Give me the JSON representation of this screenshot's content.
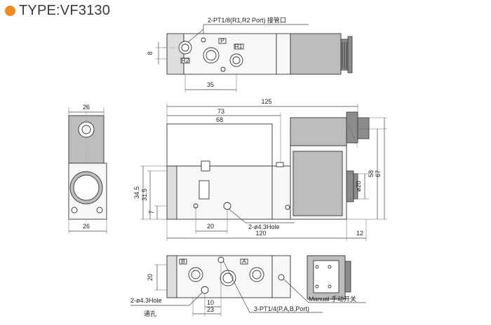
{
  "title": "TYPE:VF3130",
  "colors": {
    "accent_dot": "#f08a24",
    "coil": "#bdbdbd",
    "end_cap": "#dedede"
  },
  "top_view": {
    "port_callout": "2-PT1/8(R1,R2 Port) 接管口",
    "dim_width": "35",
    "dim_height": "8",
    "port_label_p": "P",
    "port_label_r1": "R1",
    "port_label_r2": "R2"
  },
  "front_view": {
    "dim_overall_length": "125",
    "dim_73": "73",
    "dim_68": "68",
    "dim_120": "120",
    "dim_12": "12",
    "dim_20": "20",
    "dim_58": "58",
    "dim_67": "67",
    "dim_34_5": "34.5",
    "dim_31_5": "31.5",
    "dim_7": "7",
    "dim_coil_dia": "ø20",
    "hole_callout": "2-ø4.3Hole"
  },
  "side_view": {
    "dim_width": "26",
    "dim_top": "26"
  },
  "bottom_view": {
    "port_label_b": "B",
    "port_label_a": "A",
    "dim_20": "20",
    "dim_10": "10",
    "dim_23": "23",
    "hole_callout": "2-ø4.3Hole",
    "hole_note": "通孔",
    "port_callout": "3-PT1/4(P,A,B,Port)",
    "manual_callout": "Manual 手动开关"
  }
}
